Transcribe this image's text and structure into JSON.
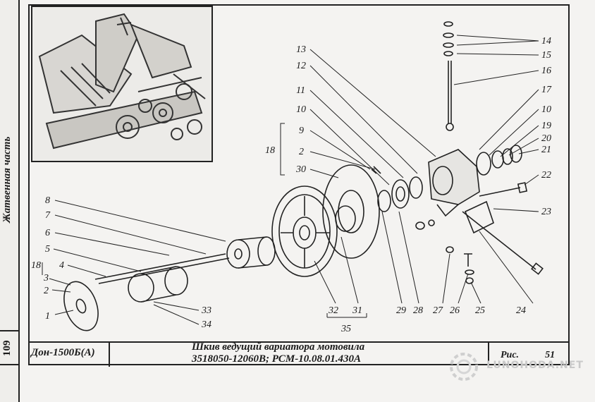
{
  "side_title": "Жатвенная часть",
  "page_number": "109",
  "model": "Дон-1500Б(А)",
  "caption_line1": "Шкив ведущий вариатора мотовила",
  "caption_line2": "3518050-12060В; РСМ-10.08.01.430А",
  "figure_label": "Рис.",
  "figure_number": "51",
  "watermark": "LUNOHODA.NET",
  "callouts": {
    "c1": "1",
    "c2a": "2",
    "c3": "3",
    "c4": "4",
    "c18a": "18",
    "c5": "5",
    "c6": "6",
    "c7": "7",
    "c8": "8",
    "c33": "33",
    "c34": "34",
    "c9": "9",
    "c2b": "2",
    "c18b": "18",
    "c30": "30",
    "c10a": "10",
    "c11": "11",
    "c12": "12",
    "c13": "13",
    "c14": "14",
    "c15": "15",
    "c16": "16",
    "c17": "17",
    "c10b": "10",
    "c19": "19",
    "c20": "20",
    "c21": "21",
    "c22": "22",
    "c23": "23",
    "c24": "24",
    "c25": "25",
    "c26": "26",
    "c27": "27",
    "c28": "28",
    "c29": "29",
    "c31": "31",
    "c32": "32",
    "c35": "35"
  }
}
